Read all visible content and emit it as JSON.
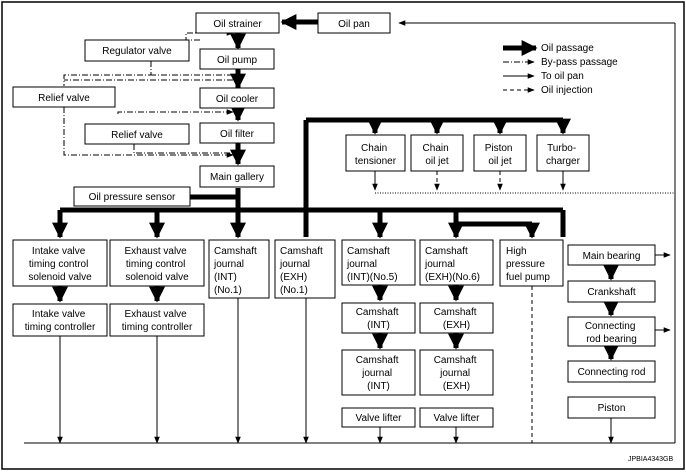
{
  "boxes": {
    "oil_pan": "Oil pan",
    "oil_strainer": "Oil strainer",
    "regulator_valve": "Regulator valve",
    "oil_pump": "Oil pump",
    "relief_valve_1": "Relief valve",
    "oil_cooler": "Oil cooler",
    "relief_valve_2": "Relief valve",
    "oil_filter": "Oil filter",
    "main_gallery": "Main gallery",
    "oil_pressure_sensor": "Oil pressure sensor",
    "chain_tensioner": [
      "Chain",
      "tensioner"
    ],
    "chain_oil_jet": [
      "Chain",
      "oil jet"
    ],
    "piston_oil_jet": [
      "Piston",
      "oil jet"
    ],
    "turbocharger": [
      "Turbo-",
      "charger"
    ],
    "intake_vtc_solenoid": [
      "Intake valve",
      "timing control",
      "solenoid valve"
    ],
    "exhaust_vtc_solenoid": [
      "Exhaust valve",
      "timing control",
      "solenoid valve"
    ],
    "camshaft_journal_int_no1": [
      "Camshaft",
      "journal",
      "(INT)",
      "(No.1)"
    ],
    "camshaft_journal_exh_no1": [
      "Camshaft",
      "journal",
      "(EXH)",
      "(No.1)"
    ],
    "camshaft_journal_int_no5": [
      "Camshaft",
      "journal",
      "(INT)(No.5)"
    ],
    "camshaft_journal_exh_no6": [
      "Camshaft",
      "journal",
      "(EXH)(No.6)"
    ],
    "high_pressure_fuel_pump": [
      "High",
      "pressure",
      "fuel pump"
    ],
    "main_bearing": "Main bearing",
    "intake_vtc": [
      "Intake valve",
      "timing controller"
    ],
    "exhaust_vtc": [
      "Exhaust valve",
      "timing controller"
    ],
    "camshaft_int": [
      "Camshaft",
      "(INT)"
    ],
    "camshaft_exh": [
      "Camshaft",
      "(EXH)"
    ],
    "crankshaft": "Crankshaft",
    "camshaft_journal_int": [
      "Camshaft",
      "journal",
      "(INT)"
    ],
    "camshaft_journal_exh": [
      "Camshaft",
      "journal",
      "(EXH)"
    ],
    "connecting_rod_bearing": [
      "Connecting",
      "rod bearing"
    ],
    "connecting_rod": "Connecting rod",
    "valve_lifter_int": "Valve lifter",
    "valve_lifter_exh": "Valve lifter",
    "piston": "Piston"
  },
  "legend": {
    "oil_passage": "Oil passage",
    "bypass_passage": "By-pass passage",
    "to_oil_pan": "To oil pan",
    "oil_injection": "Oil injection"
  },
  "code": "JPBIA4343GB"
}
